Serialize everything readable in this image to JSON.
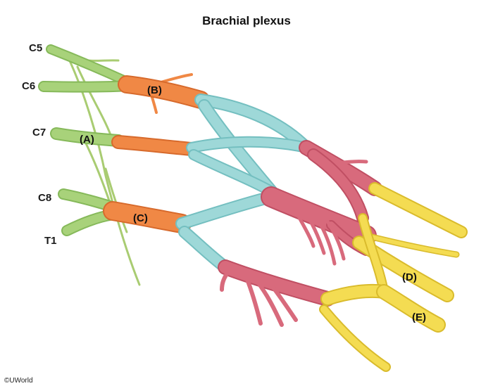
{
  "title": "Brachial plexus",
  "roots": [
    "C5",
    "C6",
    "C7",
    "C8",
    "T1"
  ],
  "markers": [
    "(A)",
    "(B)",
    "(C)",
    "(D)",
    "(E)"
  ],
  "copyright": "©UWorld",
  "colors": {
    "roots": "#a8d27a",
    "trunks": "#f08845",
    "divisions": "#9ed8d8",
    "cords": "#d86a7c",
    "terminal_branches": "#f4dc52"
  }
}
